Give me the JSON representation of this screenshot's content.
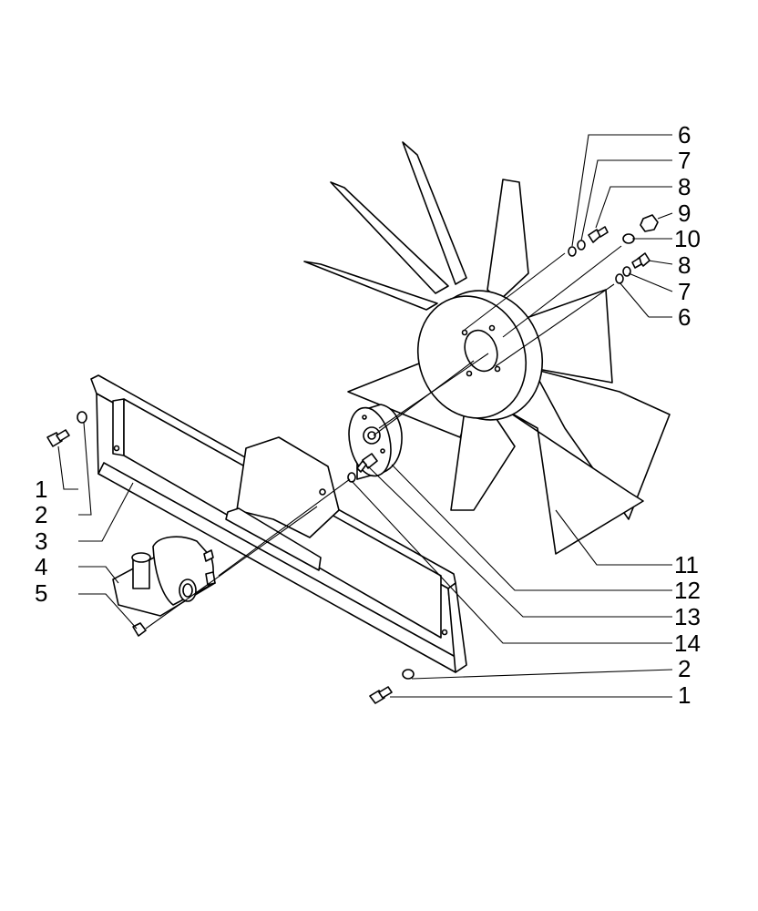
{
  "callouts_right": [
    {
      "id": "r6a",
      "text": "6"
    },
    {
      "id": "r7a",
      "text": "7"
    },
    {
      "id": "r8a",
      "text": "8"
    },
    {
      "id": "r9",
      "text": "9"
    },
    {
      "id": "r10",
      "text": "10"
    },
    {
      "id": "r8b",
      "text": "8"
    },
    {
      "id": "r7b",
      "text": "7"
    },
    {
      "id": "r6b",
      "text": "6"
    },
    {
      "id": "r11",
      "text": "11"
    },
    {
      "id": "r12",
      "text": "12"
    },
    {
      "id": "r13",
      "text": "13"
    },
    {
      "id": "r14",
      "text": "14"
    },
    {
      "id": "r2",
      "text": "2"
    },
    {
      "id": "r1",
      "text": "1"
    }
  ],
  "callouts_left": [
    {
      "id": "l1",
      "text": "1"
    },
    {
      "id": "l2",
      "text": "2"
    },
    {
      "id": "l3",
      "text": "3"
    },
    {
      "id": "l4",
      "text": "4"
    },
    {
      "id": "l5",
      "text": "5"
    }
  ]
}
